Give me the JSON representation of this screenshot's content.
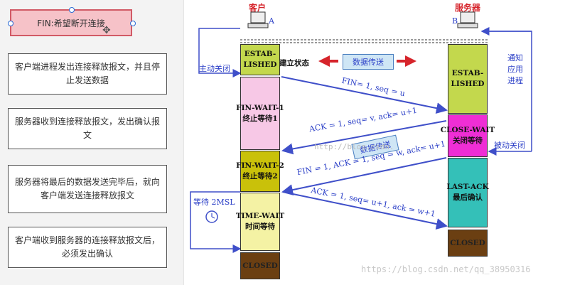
{
  "left": {
    "title": "FIN:希望断开连接",
    "notes": [
      "客户端进程发出连接释放报文，并且停止发送数据",
      "服务器收到连接释放报文，发出确认报文",
      "服务器将最后的数据发送完毕后，就向客户端发送连接释放报文",
      "客户端收到服务器的连接释放报文后，必须发出确认"
    ]
  },
  "diagram": {
    "client_label": "客户",
    "client_letter": "A",
    "server_label": "服务器",
    "server_letter": "B",
    "active_close": "主动关闭",
    "passive_close": "被动关闭",
    "notify_app": "通知\n应用\n进程",
    "data_transfer_1": "数据传送",
    "data_transfer_2": "数据传送",
    "established_state": "建立状态",
    "client_states": {
      "estab": "ESTAB-\nLISHED",
      "finwait1": "FIN-WAIT-1\n终止等待1",
      "finwait2": "FIN-WAIT-2\n终止等待2",
      "timewait": "TIME-WAIT\n时间等待",
      "closed": "CLOSED"
    },
    "server_states": {
      "estab": "ESTAB-\nLISHED",
      "closewait": "CLOSE-WAIT\n关闭等待",
      "lastack": "LAST-ACK\n最后确认",
      "closed": "CLOSED"
    },
    "msg1": "FIN= 1, seq = u",
    "msg2": "ACK = 1, seq= v, ack= u+1",
    "msg3": "FIN = 1, ACK = 1, seq = w, ack= u+1",
    "msg4": "ACK = 1, seq= u+1, ack = w+1",
    "wait_2msl": "等待 2MSL",
    "watermark_top": "http://blog.csdn.",
    "watermark_bottom": "https://blog.csdn.net/qq_38950316"
  },
  "colors": {
    "estab": "#c3d84d",
    "finwait1": "#f7c8e6",
    "finwait2": "#c9c10a",
    "timewait": "#f4f2a4",
    "closed": "#6b3f12",
    "closewait": "#ef2ed5",
    "lastack": "#34c0b8",
    "arrow_blue": "#3f4fc9"
  }
}
